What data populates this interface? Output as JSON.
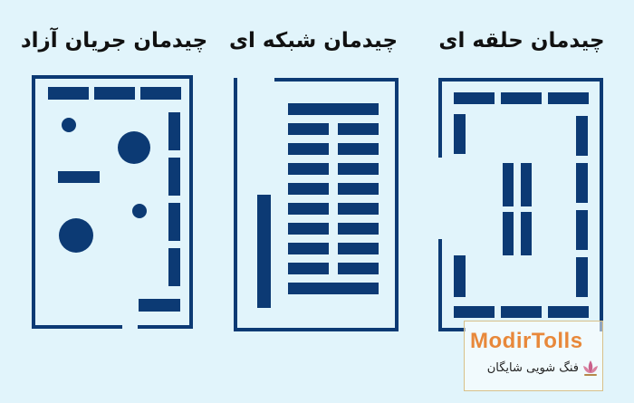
{
  "layouts": {
    "free_flow": {
      "title": "چیدمان جریان آزاد"
    },
    "grid": {
      "title": "چیدمان شبکه ای"
    },
    "loop": {
      "title": "چیدمان حلقه ای"
    }
  },
  "colors": {
    "background": "#e1f4fb",
    "fixture": "#0c3a74",
    "brand": "#e8883a"
  },
  "watermark": {
    "brand": "ModirTolls",
    "subtitle": "فنگ شویی شایگان",
    "logo_icon": "lotus-icon"
  }
}
